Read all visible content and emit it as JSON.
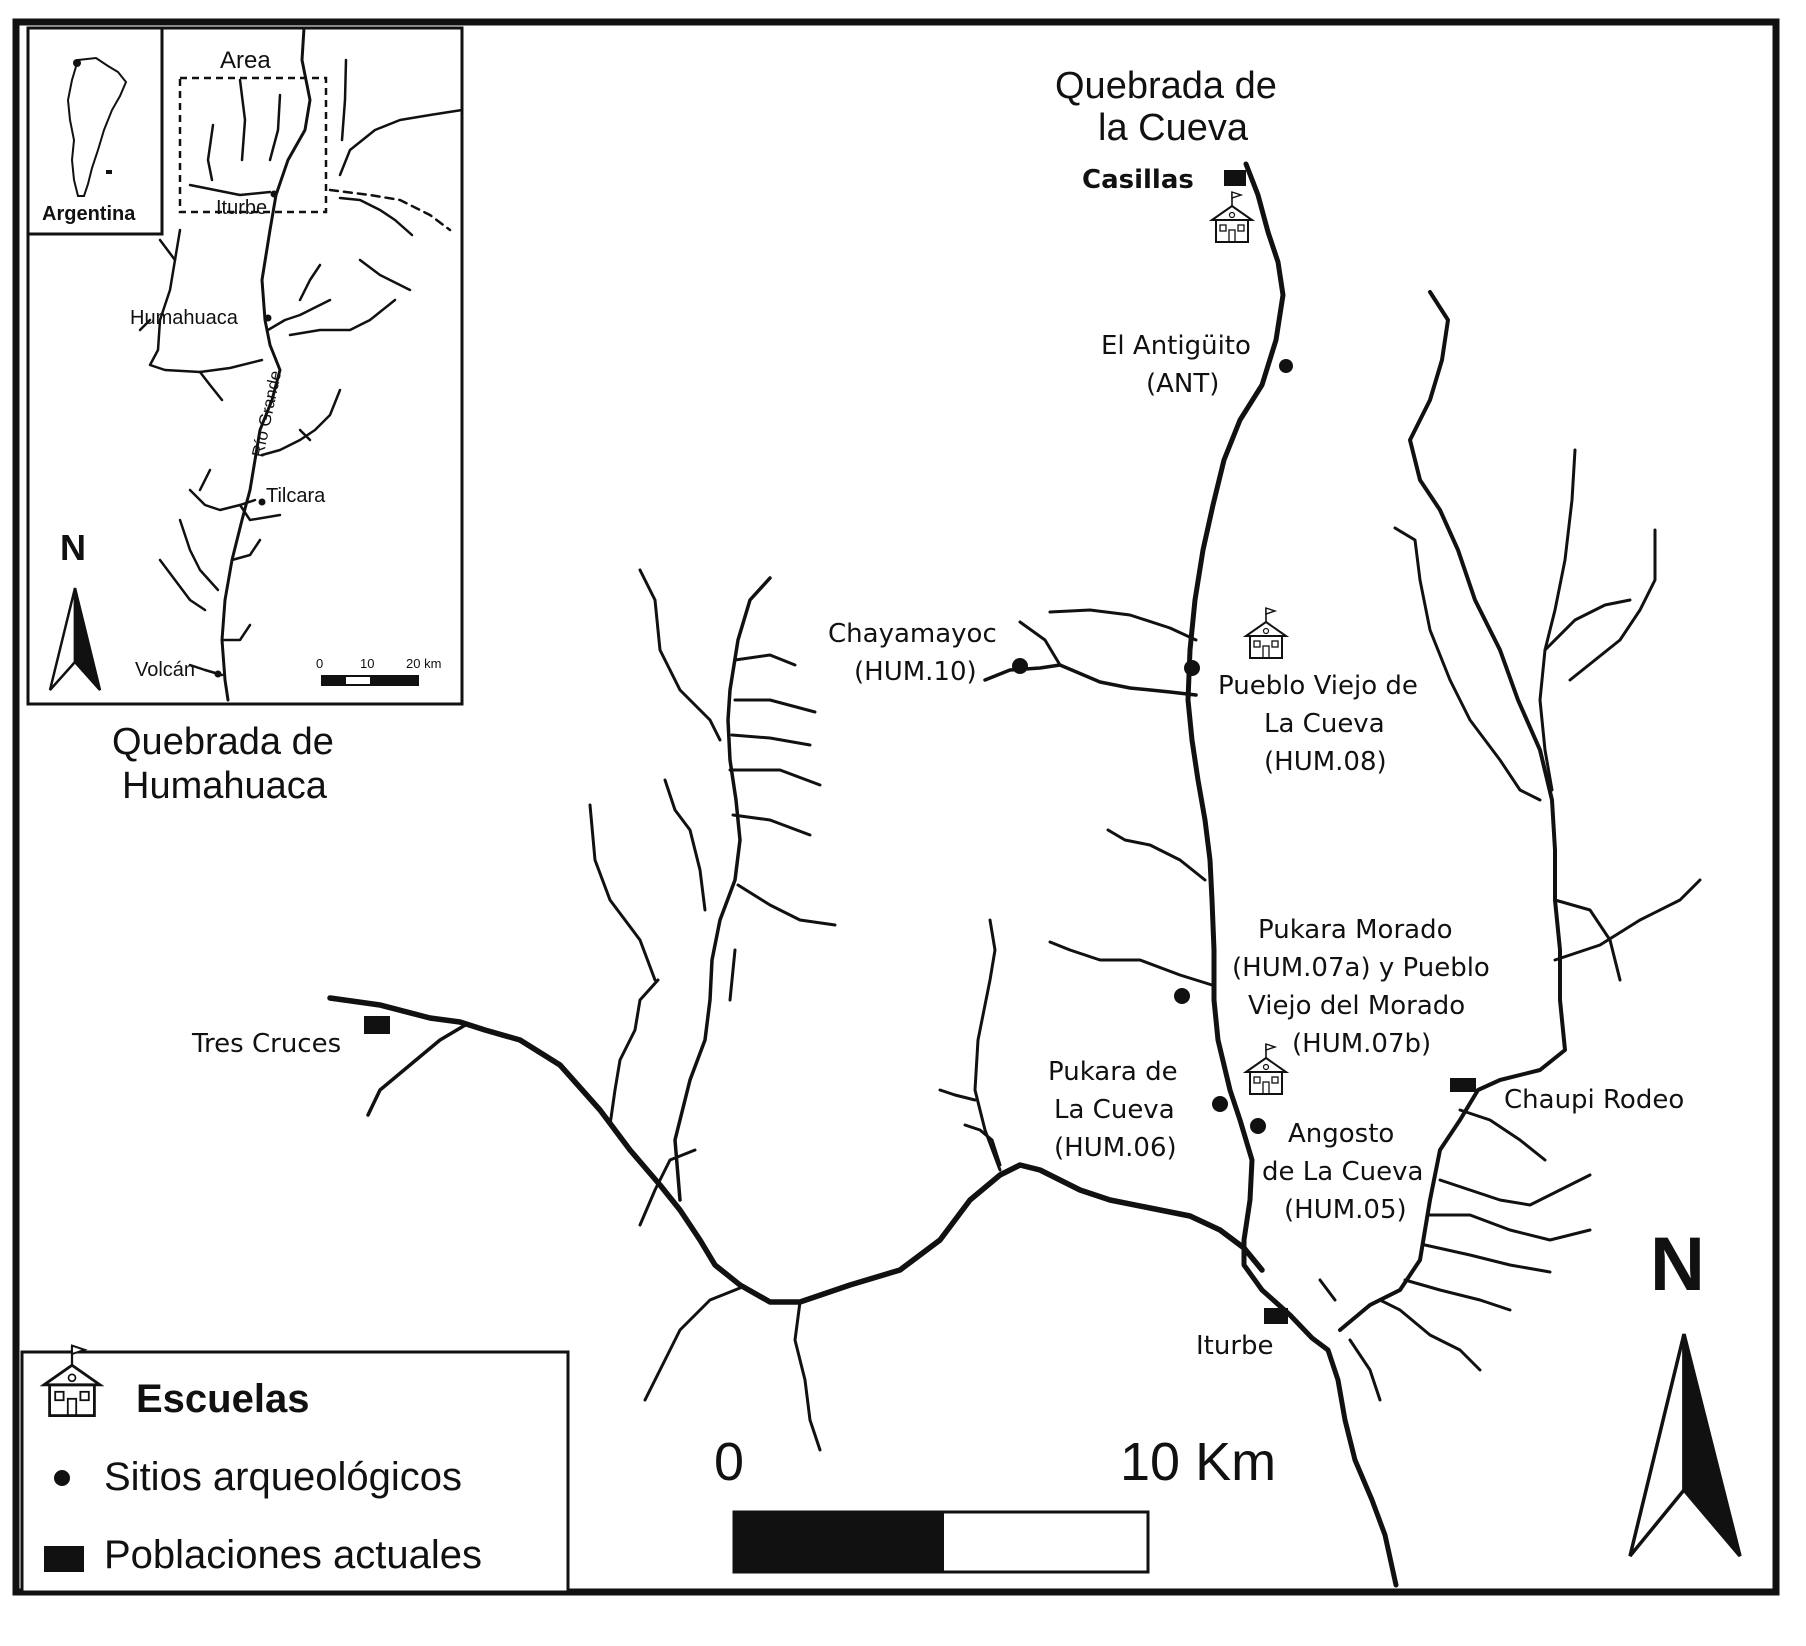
{
  "map": {
    "region_title": [
      "Quebrada de",
      "la Cueva"
    ],
    "places": {
      "casillas": "Casillas",
      "el_antiguito": [
        "El Antigüito",
        "(ANT)"
      ],
      "chayamayoc": [
        "Chayamayoc",
        "(HUM.10)"
      ],
      "pueblo_viejo_cueva": [
        "Pueblo Viejo de",
        "La Cueva",
        "(HUM.08)"
      ],
      "pukara_morado": [
        "Pukara Morado",
        "(HUM.07a) y Pueblo",
        "Viejo del Morado",
        "(HUM.07b)"
      ],
      "pukara_cueva": [
        "Pukara de",
        "La Cueva",
        "(HUM.06)"
      ],
      "angosto_cueva": [
        "Angosto",
        "de La Cueva",
        "(HUM.05)"
      ],
      "tres_cruces": "Tres Cruces",
      "chaupi_rodeo": "Chaupi Rodeo",
      "iturbe": "Iturbe"
    },
    "scale": {
      "start": "0",
      "end": "10 Km"
    },
    "north": "N"
  },
  "inset": {
    "country": "Argentina",
    "area_label": "Area",
    "towns": {
      "iturbe": "Iturbe",
      "humahuaca": "Humahuaca",
      "tilcara": "Tilcara",
      "volcan": "Volcán"
    },
    "river": "Río Grande",
    "north": "N",
    "scale": {
      "zero": "0",
      "ten": "10",
      "twenty": "20 km"
    },
    "title": [
      "Quebrada de",
      "Humahuaca"
    ]
  },
  "legend": {
    "schools": "Escuelas",
    "sites": "Sitios arqueológicos",
    "towns": "Poblaciones actuales"
  }
}
